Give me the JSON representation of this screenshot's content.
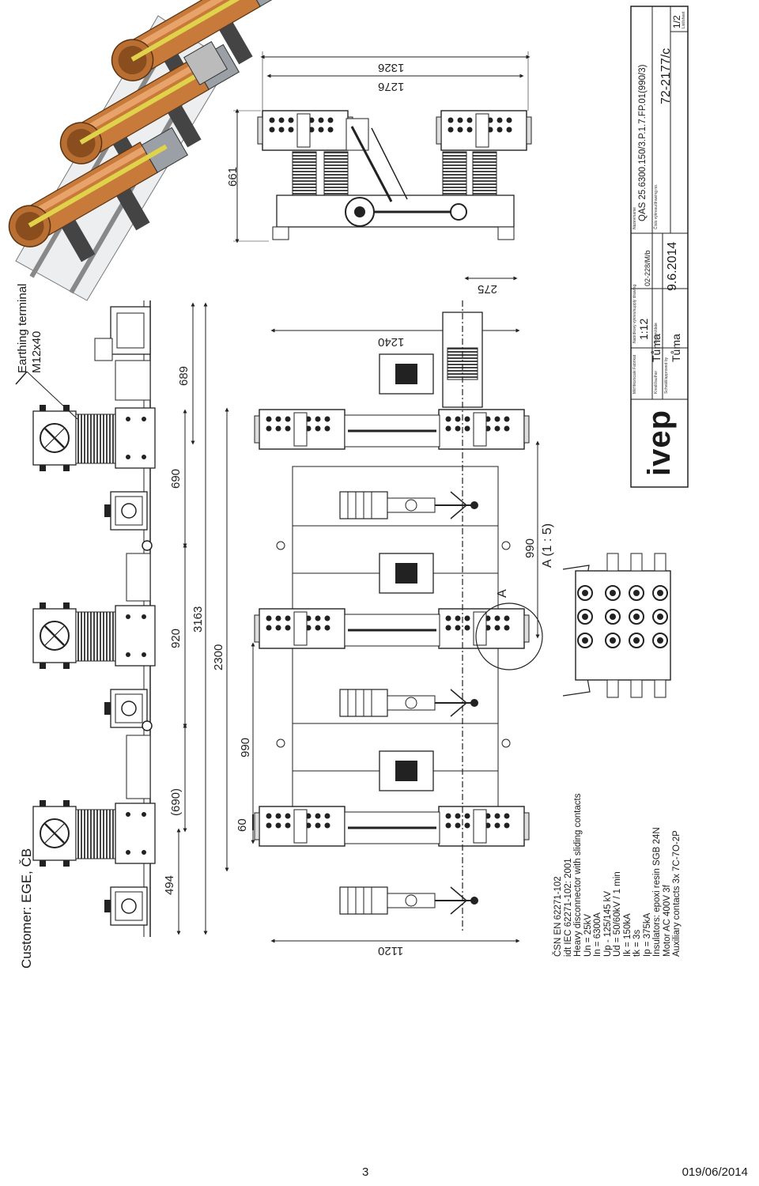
{
  "customer": "Customer: EGE, ČB",
  "earthing": {
    "line1": "Earthing terminal",
    "line2": "M12x40"
  },
  "dimensions": {
    "left": {
      "d689": "689",
      "d690": "690",
      "d920": "920",
      "d690b": "(690)",
      "d494": "494",
      "d3163": "3163",
      "d2300": "2300"
    },
    "top": {
      "d1326": "1326",
      "d1276": "1276",
      "d661": "661"
    },
    "plan": {
      "d275": "275",
      "d1240": "1240",
      "d990a": "990",
      "d990b": "990",
      "d60": "60",
      "d1120": "1120",
      "detail_ref": "A (1 : 5)",
      "marker": "A"
    }
  },
  "specs": [
    "ČSN EN 62271-102",
    "idt IEC 62271-102: 2001",
    "Heavy disconnector with sliding contacts",
    "Un = 25kV",
    "In = 6300A",
    "Up - 125/145 kV",
    "Ud = 50/60kV / 1 min",
    "Ik = 150kA",
    "tk = 3s",
    "Ip = 375kA",
    "Insulators: epoxi resin SGB 24N",
    "Motor AC 400V 3f",
    "Auxiliary contacts 3x 7C-7O-2P"
  ],
  "title_block": {
    "logo": "ivep",
    "scale_caption": "Měřítko/scale Fabrikat",
    "scale": "1:12",
    "drawn_caption": "Kreslil/author",
    "drawn": "Tůma",
    "approved_caption": "Schválil/approved by",
    "approved": "Tůma",
    "supply_caption": "Nabídkový výkres/supply drawing",
    "supply": "02-228/M/b",
    "date_caption": "Datum/date",
    "date": "9.6.2014",
    "name_caption": "Název/name",
    "name": "QAS 25.6300.150/3.P.1.7.FP.01(990/3)",
    "number_caption": "Číslo výkresu/drawing no.",
    "number": "72-2177/c",
    "sheet": "1/2",
    "sheet_caption": "List/sheet"
  },
  "footer": {
    "page": "3",
    "date": "019/06/2014"
  },
  "colors": {
    "line": "#2b2b2b",
    "motor": "#c77a3a",
    "motor_dark": "#8a4d1e",
    "frame": "#9aa0a6",
    "insulator": "#5a5a5a"
  }
}
